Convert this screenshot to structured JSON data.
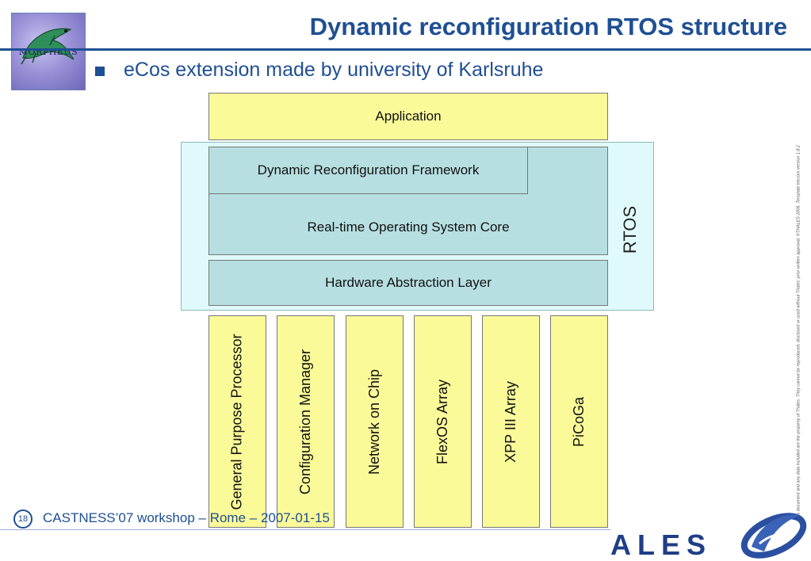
{
  "header": {
    "logo_text": "MORPHEUS",
    "title": "Dynamic reconfiguration RTOS structure",
    "bullet": "eCos extension made by university of Karlsruhe"
  },
  "diagram": {
    "application": "Application",
    "framework": "Dynamic Reconfiguration Framework",
    "core": "Real-time Operating System Core",
    "hal": "Hardware Abstraction Layer",
    "rtos_label": "RTOS",
    "hardware": [
      "General Purpose Processor",
      "Configuration Manager",
      "Network on Chip",
      "FlexOS Array",
      "XPP III Array",
      "PiCoGa"
    ]
  },
  "disclaimer": "This document and any data included are the property of Thales. They cannot be reproduced, disclosed or used without Thales' prior written approval. ©THALES 2006. Template trtccom version 1.8.2",
  "footer": {
    "page_number": "18",
    "text": "CASTNESS’07 workshop – Rome – 2007-01-15",
    "brand": "ALES"
  },
  "colors": {
    "accent": "#1f4f93",
    "yellow_box": "#fbfa99",
    "teal_box": "#b7dfe2",
    "rtos_region": "#e0fafb"
  },
  "icons": [
    "morpheus-logo",
    "thales-swirl-logo"
  ]
}
